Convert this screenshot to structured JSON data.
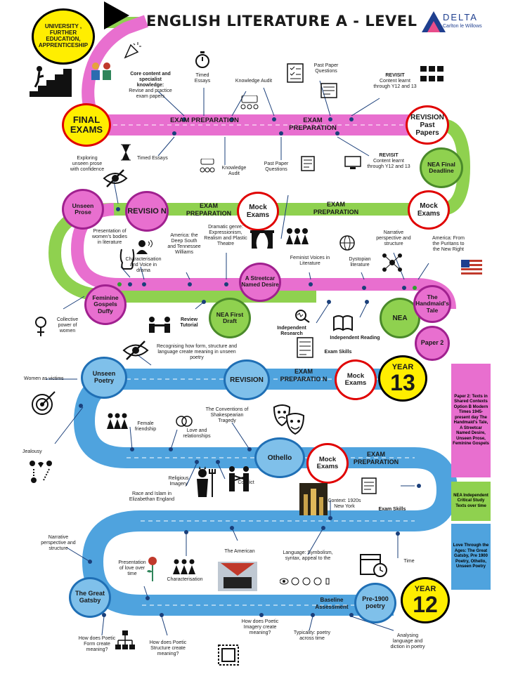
{
  "title": "ENGLISH LITERATURE A - LEVEL",
  "logo": {
    "name": "DELTA",
    "subtitle": "Carlton le Willows"
  },
  "colors": {
    "pink": "#e86fcf",
    "green": "#8fd14f",
    "blue": "#4fa3de",
    "red": "#e00000",
    "yellow": "#ffee00"
  },
  "top_circle": "UNIVERSITY , FURTHER EDUCATION, APPRENTICESHIP",
  "final_exams": "FINAL EXAMS",
  "nodes": {
    "revision_past_papers": "REVISION Past Papers",
    "nea_final_deadline": "NEA Final Deadline",
    "unseen_prose": "Unseen Prose",
    "revision_pink": "REVISIO N",
    "mock_exams_1": "Mock Exams",
    "mock_exams_2": "Mock Exams",
    "streetcar": "A Streetcar Named Desire",
    "feminine_gospels": "Feminine Gospels Duffy",
    "nea_first_draft": "NEA First Draft",
    "nea": "NEA",
    "handmaids_tale": "The Handmaid's Tale",
    "paper2": "Paper 2",
    "unseen_poetry": "Unseen Poetry",
    "revision_blue": "REVISION",
    "mock_exams_3": "Mock Exams",
    "year13_label": "YEAR",
    "year13_num": "13",
    "othello": "Othello",
    "mock_exams_4": "Mock Exams",
    "great_gatsby": "The Great Gatsby",
    "pre1900": "Pre-1900 poetry",
    "year12_label": "YEAR",
    "year12_num": "12"
  },
  "road_labels": {
    "exam_prep_1": "EXAM PREPARATION",
    "exam_prep_2": "EXAM PREPARATION",
    "exam_prep_3": "EXAM PREPARATION",
    "exam_prep_4": "EXAM PREPARATION",
    "exam_prep_5": "EXAM PREPARATIO N",
    "exam_prep_6": "EXAM PREPARATION",
    "baseline": "Baseline Assessment"
  },
  "annotations": {
    "core_content_title": "Core content and specialist knowledge:",
    "core_content_body": "Revise and practice exam papers",
    "timed_essays_top": "Timed Essays",
    "knowledge_audit_top": "Knowledge Audit",
    "past_paper_q_top": "Past Paper Questions",
    "revisit_top_title": "REVISIT",
    "revisit_top_body": "Content learnt through Y12 and 13",
    "timed_essays_mid": "Timed Essays",
    "knowledge_audit_mid": "Knowledge Audit",
    "past_paper_q_mid": "Past Paper Questions",
    "revisit_mid_title": "REVISIT",
    "revisit_mid_body": "Content learnt through Y12 and 13",
    "exploring_unseen": "Exploring unseen prose with confidence",
    "presentation_bodies": "Presentation of women's bodies in literature",
    "characterisation_voice": "Characterisation and Voice in drama",
    "america_deep_south": "America: the Deep South and Tennessee Williams",
    "dramatic_genre": "Dramatic genre: Expressionism, Realism and Plastic Theatre",
    "feminist_voices": "Feminist Voices in Literature",
    "dystopian": "Dystopian literature",
    "narrative_perspective_top": "Narrative perspective and structure",
    "america_puritans": "America: From the Puritans to the New Right",
    "collective_power": "Collective power of women",
    "review_tutorial": "Review Tutorial",
    "independent_research": "Independent Research",
    "independent_reading": "Independent Reading",
    "exam_skills_top": "Exam Skills",
    "recognising_form": "Recognising how form, structure and language create meaning in unseen poetry",
    "women_victims": "Women as victims",
    "female_friendship": "Female friendship",
    "love_relationships": "Love and relationships",
    "conventions_tragedy": "The Conventions of Shakespearian Tragedy",
    "jealousy": "Jealousy",
    "religious_imagery": "Religious Imagery",
    "conflict": "Conflict",
    "race_islam": "Race and Islam in Elizabethan England",
    "context_1920s": "Context: 1920s New York",
    "exam_skills_bottom": "Exam Skills",
    "narrative_perspective_bottom": "Narrative perspective and structure",
    "presentation_love": "Presentation of love over time",
    "characterisation": "Characterisation",
    "the_american": "The American",
    "language_symbolism": "Language: Symbolism, syntax, appeal to the",
    "time": "Time",
    "how_poetic_form": "How does Poetic Form create meaning?",
    "how_poetic_structure": "How does Poetic Structure create meaning?",
    "how_poetic_imagery": "How does Poetic Imagery create meaning?",
    "typicality": "Typicality: poetry across time",
    "analysing_language": "Analysing language and diction in poetry"
  },
  "side_boxes": {
    "paper2_box": "Paper 2: Texts in Shared Contexts Option B Modern Times 1945-present day The Handmaid's Tale, A Streetcar Named Desire, Unseen Prose, Feminine Gospels",
    "nea_box": "NEA Independent Critical Study Texts over time",
    "love_box": "Love Through the Ages: The Great Gatsby, Pre 1900 Poetry, Othello, Unseen Poetry"
  },
  "icons": [
    "stairs-climber-icon",
    "party-icon",
    "stopwatch-icon",
    "book-icon",
    "checklist-icon",
    "exam-sheet-icon",
    "blocks-icon",
    "hourglass-icon",
    "chat-group-icon",
    "eye-slash-icon",
    "speaking-head-icon",
    "torso-icon",
    "theatre-icon",
    "women-group-icon",
    "globe-icon",
    "network-icon",
    "us-flag-icon",
    "female-symbol-icon",
    "meeting-icon",
    "research-icon",
    "open-book-icon",
    "target-icon",
    "masks-icon",
    "jealousy-icon",
    "devil-icon",
    "conflict-icon",
    "city-icon",
    "calendar-clock-icon",
    "rose-icon",
    "typewriter-icon",
    "senses-icon",
    "hierarchy-icon",
    "stamp-icon"
  ]
}
